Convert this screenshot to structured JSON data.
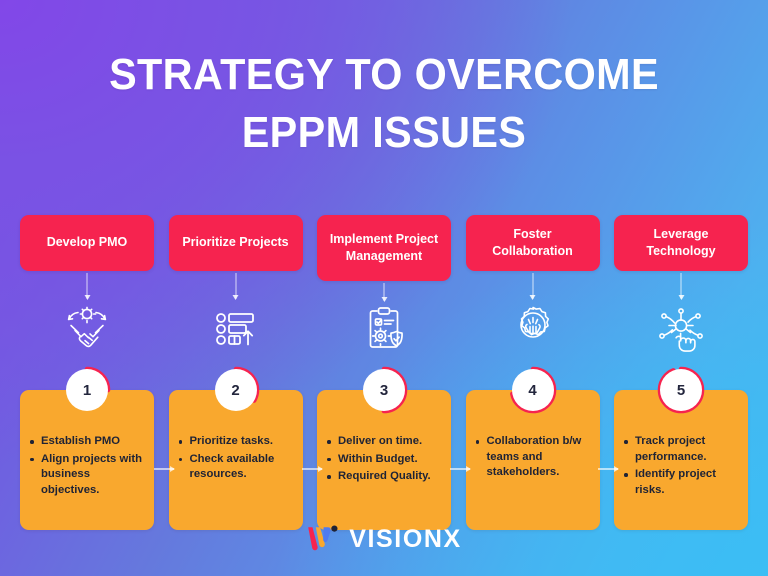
{
  "background": {
    "gradient_from": "#7b4ce2",
    "gradient_mid": "#5a93e7",
    "gradient_to": "#45baf0"
  },
  "colors": {
    "header_pill": "#f6234f",
    "card": "#f9a82e",
    "accent_ring": "#f6234f",
    "badge_face": "#ffffff",
    "body_text": "#1f2335",
    "title_text": "#ffffff"
  },
  "title": {
    "line1": "STRATEGY TO OVERCOME",
    "line2": "EPPM ISSUES"
  },
  "steps": [
    {
      "number": "1",
      "header": "Develop PMO",
      "header_lines": [
        "Develop",
        "PMO"
      ],
      "icon": "handshake-gear-icon",
      "bullets": [
        "Establish PMO",
        "Align projects with business objectives."
      ],
      "ring_progress_pct": 25,
      "ring_start_deg": 0
    },
    {
      "number": "2",
      "header": "Prioritize Projects",
      "header_lines": [
        "Prioritize",
        "Projects"
      ],
      "icon": "priority-list-arrow-icon",
      "bullets": [
        "Prioritize tasks.",
        "Check available resources."
      ],
      "ring_progress_pct": 33,
      "ring_start_deg": 0
    },
    {
      "number": "3",
      "header": "Implement Project Management",
      "header_lines": [
        "Implement",
        "Project",
        "Management"
      ],
      "icon": "clipboard-gear-shield-icon",
      "bullets": [
        "Deliver on time.",
        "Within Budget.",
        "Required Quality."
      ],
      "ring_progress_pct": 50,
      "ring_start_deg": 0
    },
    {
      "number": "4",
      "header": "Foster Collaboration",
      "header_lines": [
        "Foster",
        "Collaboration"
      ],
      "icon": "gear-hands-icon",
      "bullets": [
        "Collaboration b/w teams and stakeholders."
      ],
      "ring_progress_pct": 72,
      "ring_start_deg": 0
    },
    {
      "number": "5",
      "header": "Leverage Technology",
      "header_lines": [
        "Leverage",
        "Technology"
      ],
      "icon": "hand-touch-network-icon",
      "bullets": [
        "Track project performance.",
        "Identify project risks."
      ],
      "ring_progress_pct": 94,
      "ring_start_deg": 0
    }
  ],
  "footer": {
    "logo_mark": "visionx-w-mark-icon",
    "brand": "VISIONX",
    "mark_colors": [
      "#f6234f",
      "#f9a82e",
      "#4f7bf0",
      "#1f2335"
    ]
  }
}
